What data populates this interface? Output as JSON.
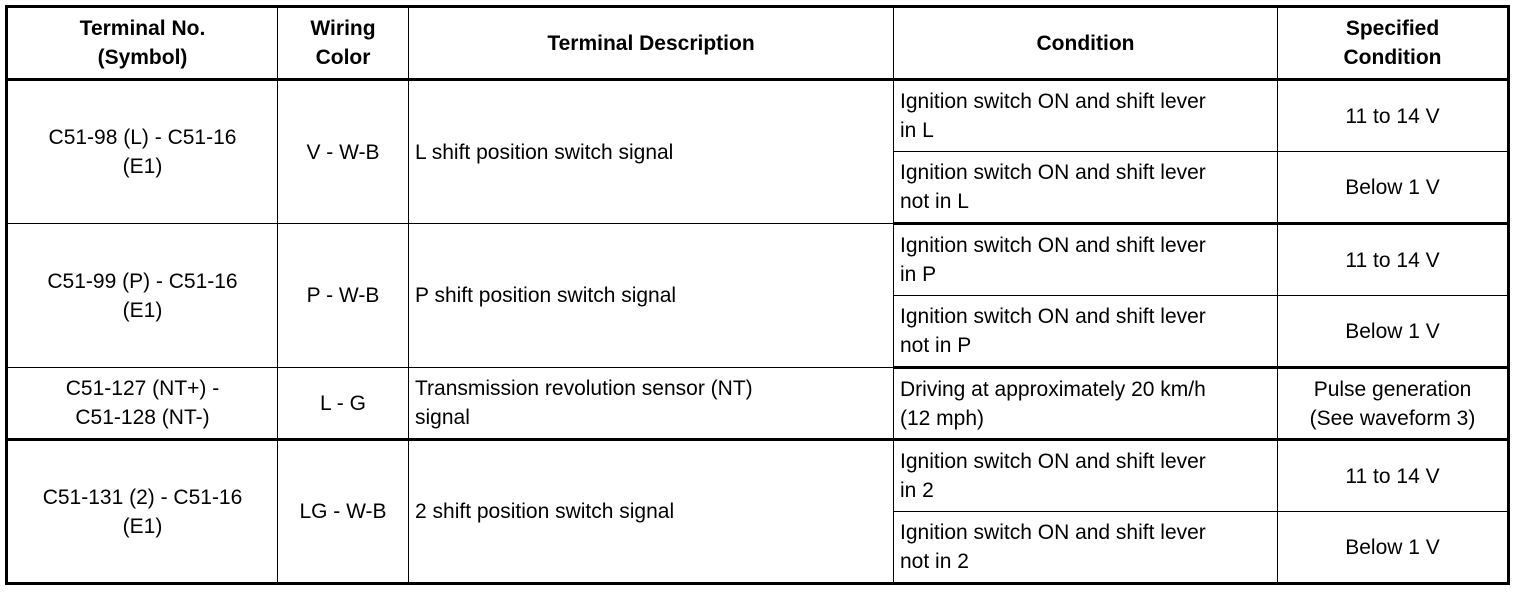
{
  "table": {
    "headers": {
      "terminal": "Terminal No.\n(Symbol)",
      "wiring": "Wiring\nColor",
      "description": "Terminal Description",
      "condition": "Condition",
      "specified": "Specified\nCondition"
    },
    "groups": [
      {
        "terminal": "C51-98 (L) - C51-16\n(E1)",
        "wiring": "V - W-B",
        "description": "L shift position switch signal",
        "rows": [
          {
            "condition": "Ignition switch ON and shift lever\nin L",
            "specified": "11 to 14 V"
          },
          {
            "condition": "Ignition switch ON and shift lever\nnot in L",
            "specified": "Below 1 V"
          }
        ]
      },
      {
        "terminal": "C51-99 (P) - C51-16\n(E1)",
        "wiring": "P - W-B",
        "description": "P shift position switch signal",
        "rows": [
          {
            "condition": "Ignition switch ON and shift lever\nin P",
            "specified": "11 to 14 V"
          },
          {
            "condition": "Ignition switch ON and shift lever\nnot in P",
            "specified": "Below 1 V"
          }
        ]
      },
      {
        "terminal": "C51-127 (NT+) -\nC51-128 (NT-)",
        "wiring": "L - G",
        "description": "Transmission revolution sensor (NT)\nsignal",
        "rows": [
          {
            "condition": "Driving at approximately 20 km/h\n(12 mph)",
            "specified": "Pulse generation\n(See waveform 3)"
          }
        ]
      },
      {
        "terminal": "C51-131 (2) - C51-16\n(E1)",
        "wiring": "LG - W-B",
        "description": "2 shift position switch signal",
        "rows": [
          {
            "condition": "Ignition switch ON and shift lever\nin 2",
            "specified": "11 to 14 V"
          },
          {
            "condition": "Ignition switch ON and shift lever\nnot in 2",
            "specified": "Below 1 V"
          }
        ]
      }
    ]
  }
}
